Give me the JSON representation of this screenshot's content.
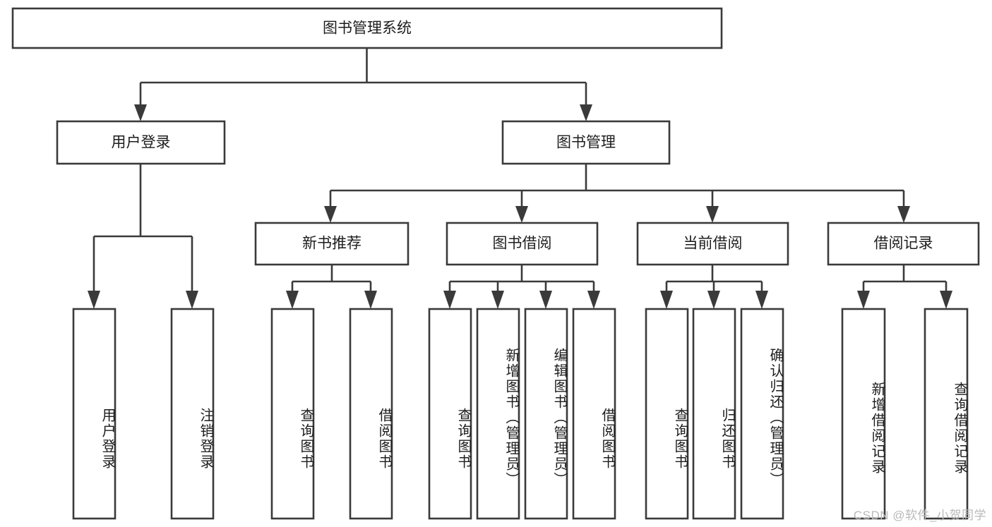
{
  "diagram": {
    "type": "tree-hierarchy-chart",
    "title": "图书管理系统",
    "orientation": "top-down",
    "colors": {
      "box_stroke": "#3a3a3a",
      "box_fill": "#ffffff",
      "connector": "#3a3a3a",
      "text": "#1d1d1d",
      "watermark": "#b9b9b9",
      "background": "#ffffff"
    },
    "root": {
      "label": "图书管理系统"
    },
    "level2": [
      {
        "label": "用户登录"
      },
      {
        "label": "图书管理"
      }
    ],
    "level3": [
      {
        "label": "新书推荐"
      },
      {
        "label": "图书借阅"
      },
      {
        "label": "当前借阅"
      },
      {
        "label": "借阅记录"
      }
    ],
    "leaves": {
      "user_login": [
        {
          "label": "用户登录"
        },
        {
          "label": "注销登录"
        }
      ],
      "new_book_recommend": [
        {
          "label": "查询图书"
        },
        {
          "label": "借阅图书"
        }
      ],
      "book_borrow": [
        {
          "label": "查询图书"
        },
        {
          "label": "新增图书（管理员）"
        },
        {
          "label": "编辑图书（管理员）"
        },
        {
          "label": "借阅图书"
        }
      ],
      "current_borrow": [
        {
          "label": "查询图书"
        },
        {
          "label": "归还图书"
        },
        {
          "label": "确认归还（管理员）"
        }
      ],
      "borrow_records": [
        {
          "label": "新增借阅记录"
        },
        {
          "label": "查询借阅记录"
        }
      ]
    },
    "watermark": "CSDN @软件_小贺同学"
  }
}
